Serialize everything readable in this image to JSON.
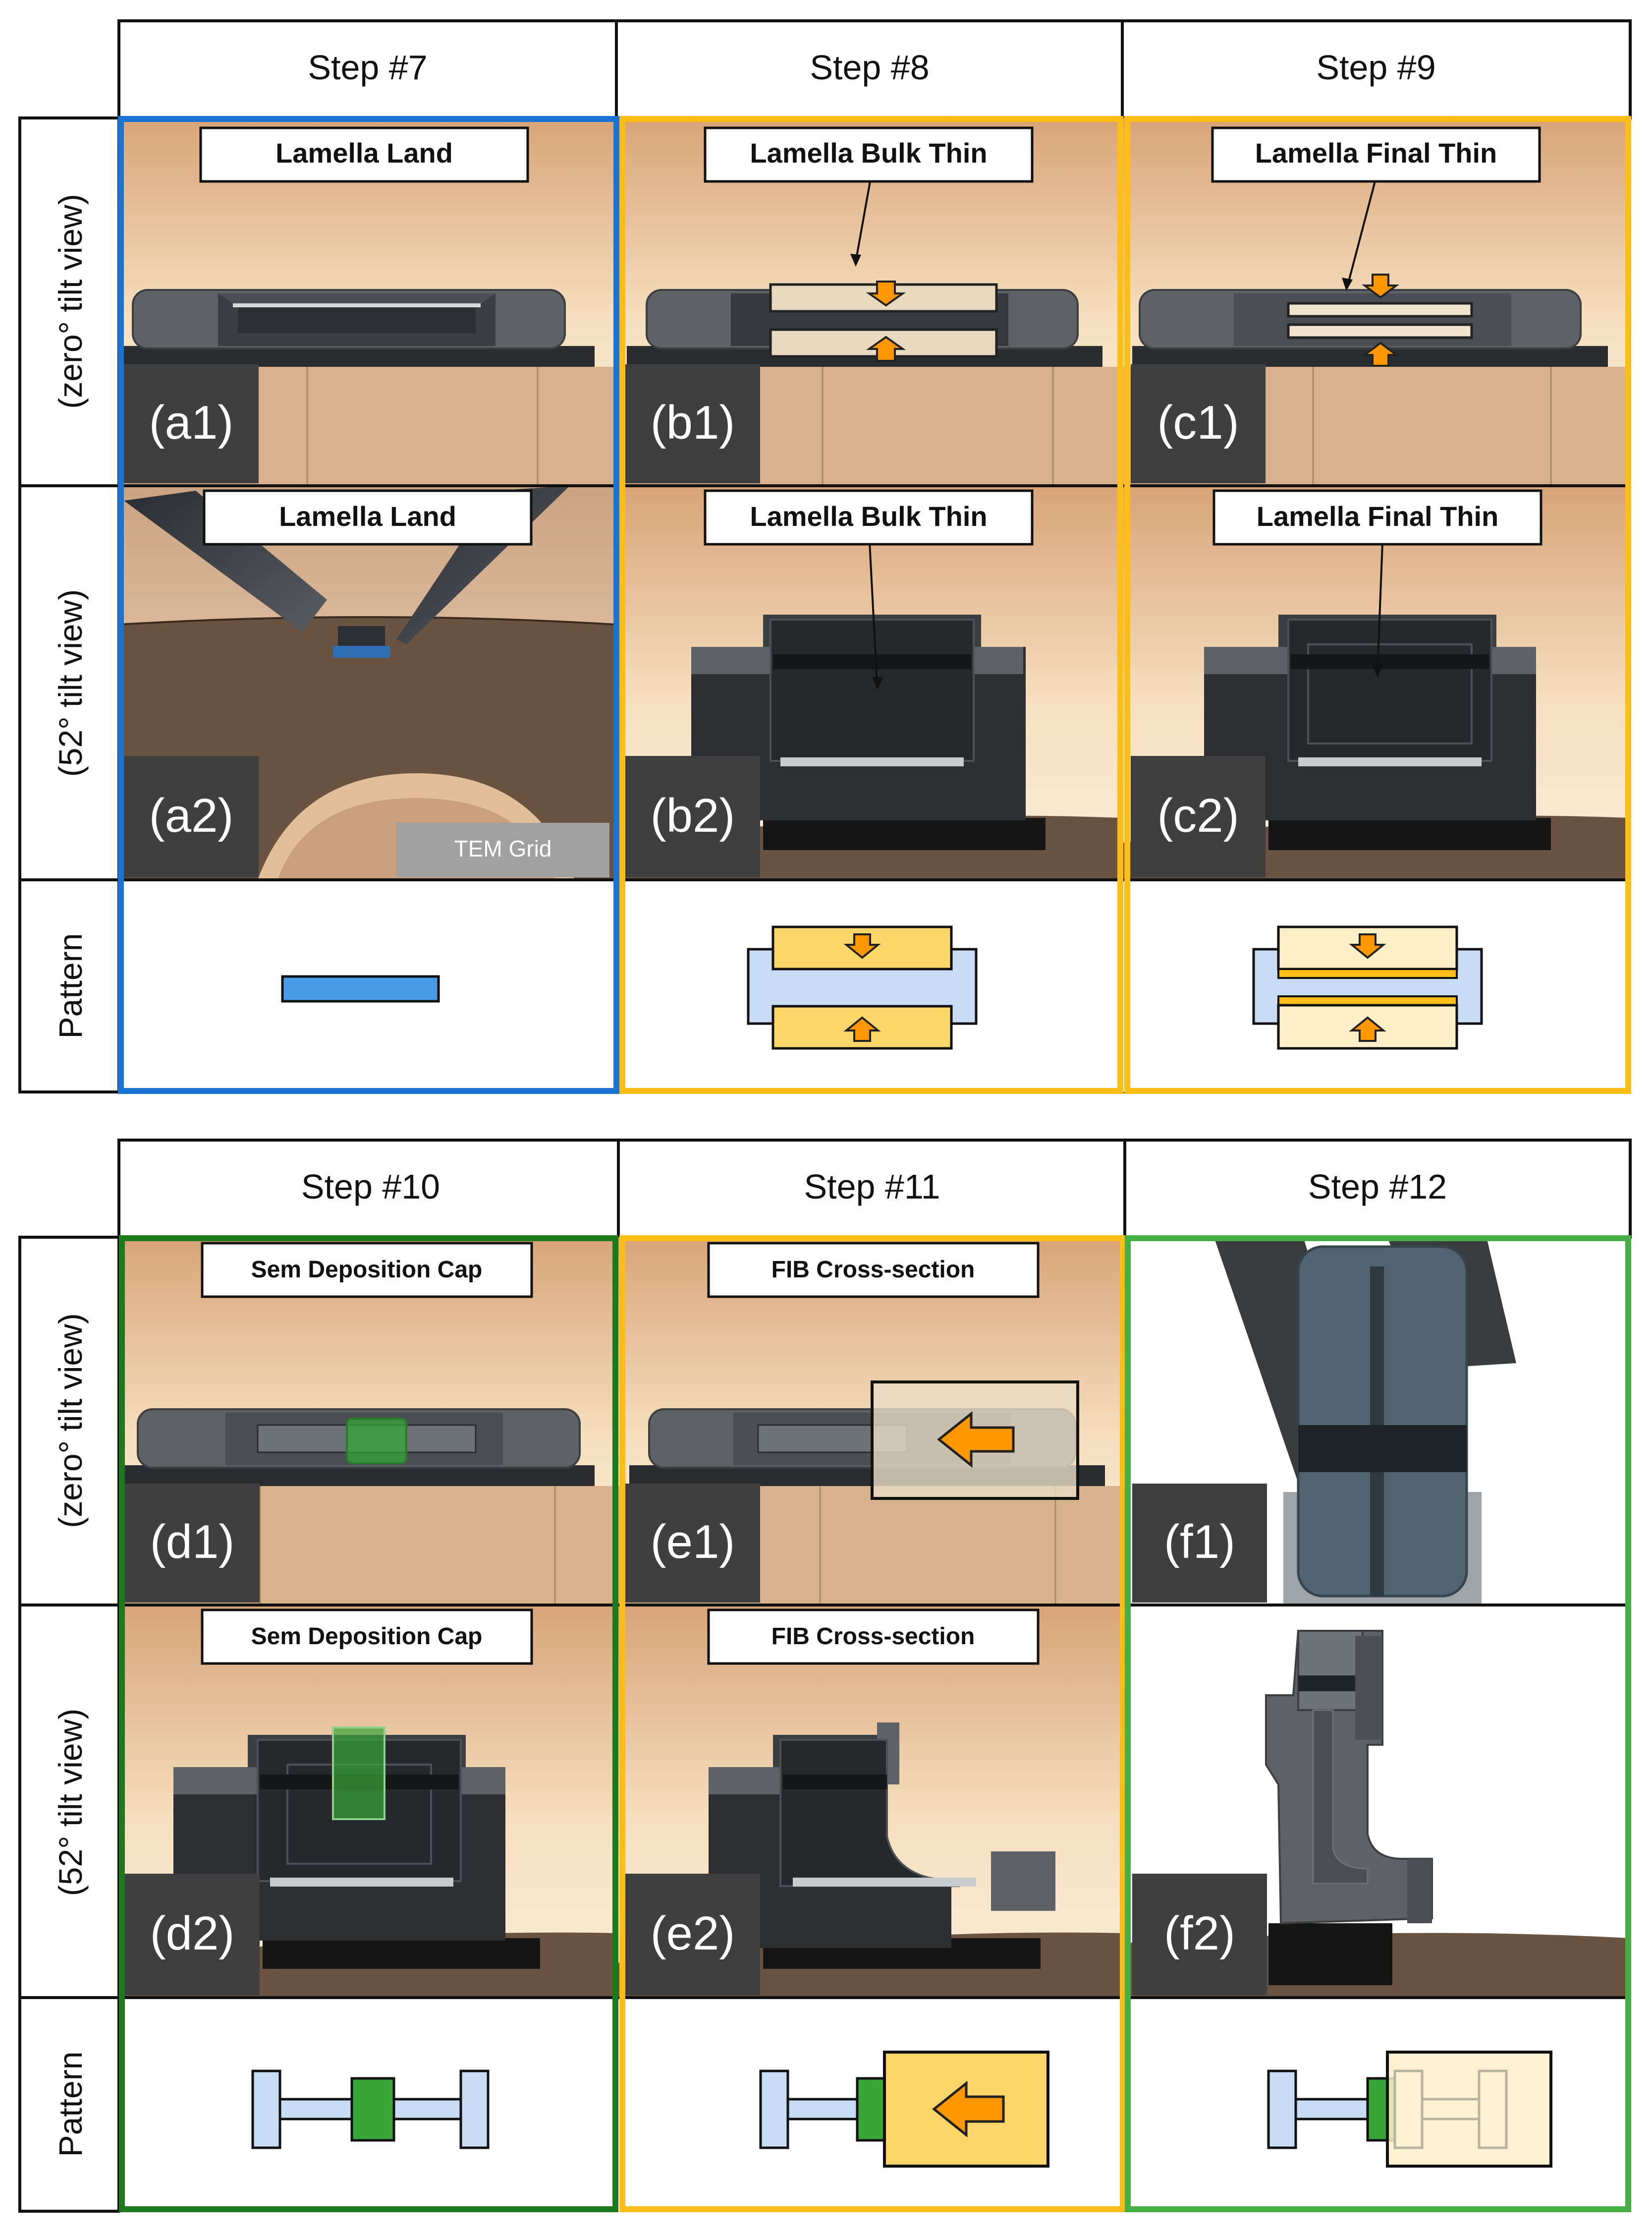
{
  "top": {
    "steps": [
      "Step #7",
      "Step #8",
      "Step #9"
    ],
    "row_labels": [
      "(zero° tilt view)",
      "(52° tilt view)",
      "Pattern"
    ],
    "panels": {
      "a1": {
        "tag": "(a1)",
        "label": "Lamella Land"
      },
      "b1": {
        "tag": "(b1)",
        "label": "Lamella Bulk Thin"
      },
      "c1": {
        "tag": "(c1)",
        "label": "Lamella Final Thin"
      },
      "a2": {
        "tag": "(a2)",
        "label": "Lamella Land",
        "extra": "TEM Grid"
      },
      "b2": {
        "tag": "(b2)",
        "label": "Lamella Bulk Thin"
      },
      "c2": {
        "tag": "(c2)",
        "label": "Lamella Final Thin"
      }
    }
  },
  "bottom": {
    "steps": [
      "Step #10",
      "Step #11",
      "Step #12"
    ],
    "row_labels": [
      "(zero° tilt view)",
      "(52° tilt view)",
      "Pattern"
    ],
    "panels": {
      "d1": {
        "tag": "(d1)",
        "label": "Sem Deposition Cap"
      },
      "e1": {
        "tag": "(e1)",
        "label": "FIB Cross-section"
      },
      "f1": {
        "tag": "(f1)"
      },
      "d2": {
        "tag": "(d2)",
        "label": "Sem Deposition Cap"
      },
      "e2": {
        "tag": "(e2)",
        "label": "FIB Cross-section"
      },
      "f2": {
        "tag": "(f2)"
      }
    }
  },
  "colors": {
    "step7_frame": "#1b74d4",
    "step8_frame": "#fbbd16",
    "step9_frame": "#fbbd16",
    "step10_frame": "#1c7a1c",
    "step11_frame": "#fbbd16",
    "step12_frame": "#46b046",
    "pattern_blue": "#4a9be6",
    "pattern_lightblue": "#c8ddf5",
    "pattern_yellow": "#fdd66a",
    "pattern_green": "#37a537",
    "arrow_orange": "#ff9800"
  }
}
